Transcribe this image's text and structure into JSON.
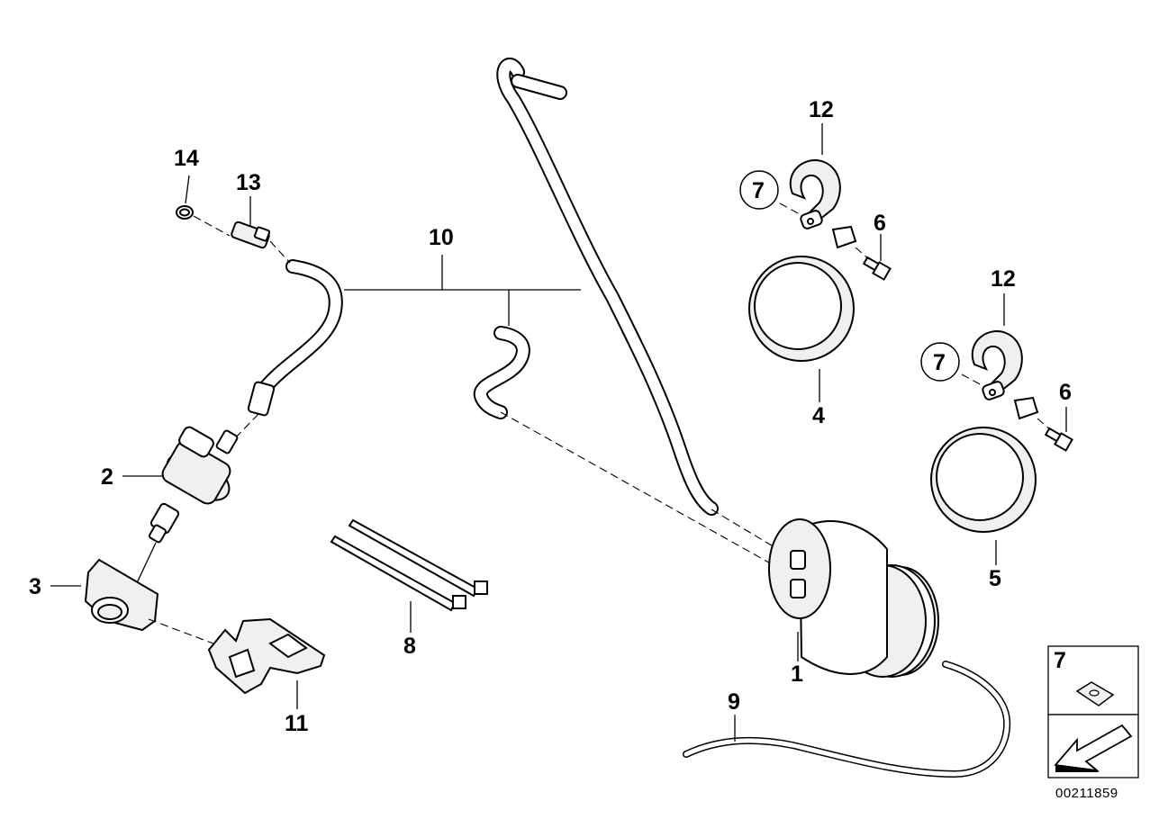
{
  "labels": {
    "p1": "1",
    "p2": "2",
    "p3": "3",
    "p4": "4",
    "p5": "5",
    "p6a": "6",
    "p6b": "6",
    "p7a": "7",
    "p7b": "7",
    "p7c": "7",
    "p8": "8",
    "p9": "9",
    "p10": "10",
    "p11": "11",
    "p12a": "12",
    "p12b": "12",
    "p13": "13",
    "p14": "14"
  },
  "diagram_id": "00211859"
}
